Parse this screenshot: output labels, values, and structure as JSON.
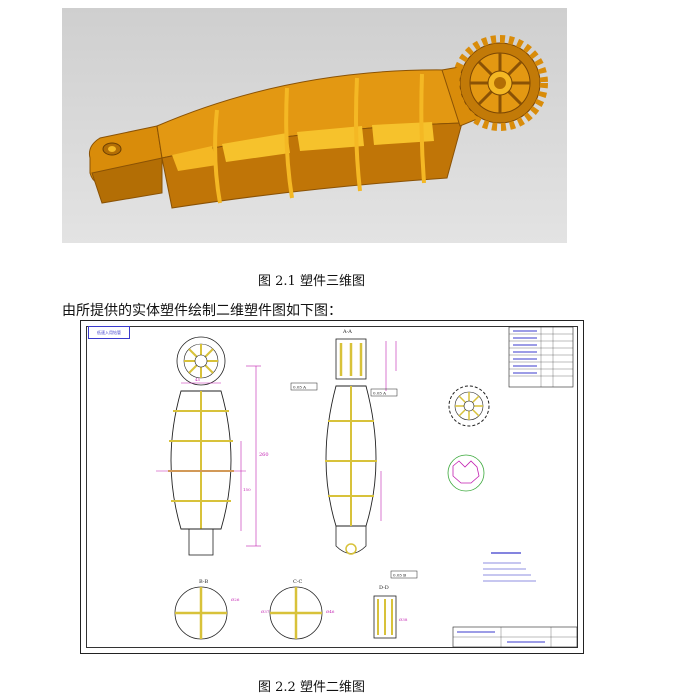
{
  "figure1": {
    "caption": "图 2.1    塑件三维图"
  },
  "paragraph": {
    "text": "由所提供的实体塑件绘制二维塑件图如下图："
  },
  "figure2": {
    "caption": "图 2.2    塑件二维图",
    "title_tag": "低速入用钻管",
    "section_labels": [
      "A-A",
      "B-B",
      "C-C",
      "D-D"
    ],
    "tolerance_boxes": [
      "0.05 A",
      "0.05 A",
      "0.05 B"
    ],
    "dimensions": [
      "260",
      "45",
      "150",
      "Ø26",
      "Ø37",
      "Ø46",
      "Ø38"
    ]
  },
  "colors": {
    "part_orange": "#d98c0a",
    "part_dark": "#b36e05",
    "part_light": "#f4b824",
    "drawing_magenta": "#c21fb0",
    "drawing_blue": "#3a3acc",
    "drawing_yellow": "#d8c23a",
    "background_grey": "#d4d4d4"
  }
}
